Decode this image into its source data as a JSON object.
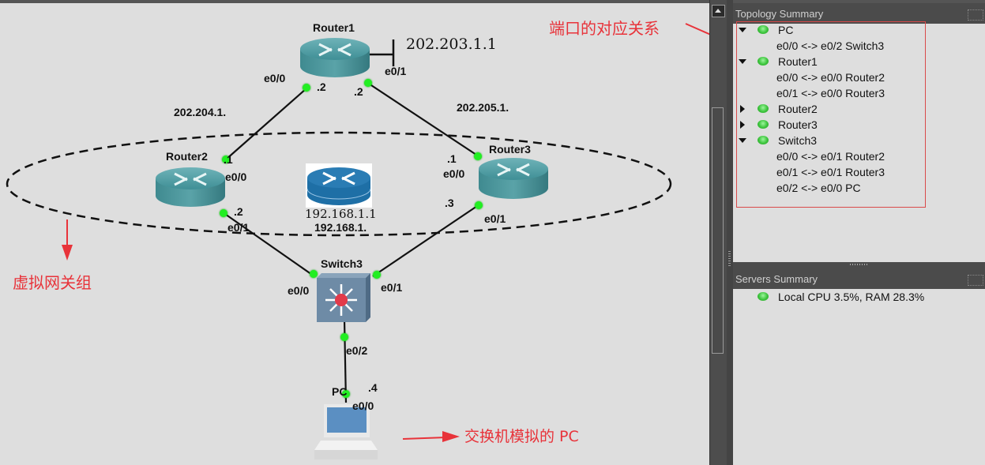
{
  "topology_canvas": {
    "nodes": {
      "router1": {
        "name": "Router1",
        "external_ip": "202.203.1.1",
        "port_e0_0": "e0/0",
        "port_e0_1": "e0/1",
        "ip_left": ".2",
        "ip_right": ".2"
      },
      "router2": {
        "name": "Router2",
        "ip_top": ".1",
        "port_top": "e0/0",
        "ip_bottom": ".2",
        "port_bottom": "e0/1"
      },
      "router3": {
        "name": "Router3",
        "ip_top": ".1",
        "port_top": "e0/0",
        "ip_bottom": ".3",
        "port_bottom": "e0/1"
      },
      "switch3": {
        "name": "Switch3",
        "port_left": "e0/0",
        "port_right": "e0/1",
        "port_bottom": "e0/2"
      },
      "pc": {
        "name": "PC",
        "ip": ".4",
        "port": "e0/0"
      },
      "virtual_router": {
        "ip": "192.168.1.1"
      }
    },
    "networks": {
      "left": "202.204.1.",
      "right": "202.205.1.",
      "lan": "192.168.1."
    },
    "annotations": {
      "port_mapping": "端口的对应关系",
      "virtual_gateway_group": "虚拟网关组",
      "switch_simulated_pc": "交换机模拟的 PC"
    },
    "colors": {
      "annotation": "#e8333a",
      "link_up": "#22ee22"
    }
  },
  "topology_summary": {
    "title": "Topology Summary",
    "nodes": [
      {
        "name": "PC",
        "expanded": true,
        "links": [
          "e0/0 <-> e0/2 Switch3"
        ]
      },
      {
        "name": "Router1",
        "expanded": true,
        "links": [
          "e0/0 <-> e0/0 Router2",
          "e0/1 <-> e0/0 Router3"
        ]
      },
      {
        "name": "Router2",
        "expanded": false,
        "links": []
      },
      {
        "name": "Router3",
        "expanded": false,
        "links": []
      },
      {
        "name": "Switch3",
        "expanded": true,
        "links": [
          "e0/0 <-> e0/1 Router2",
          "e0/1 <-> e0/1 Router3",
          "e0/2 <-> e0/0 PC"
        ]
      }
    ]
  },
  "servers_summary": {
    "title": "Servers Summary",
    "items": [
      {
        "label": "Local CPU 3.5%, RAM 28.3%",
        "status": "running"
      }
    ]
  }
}
